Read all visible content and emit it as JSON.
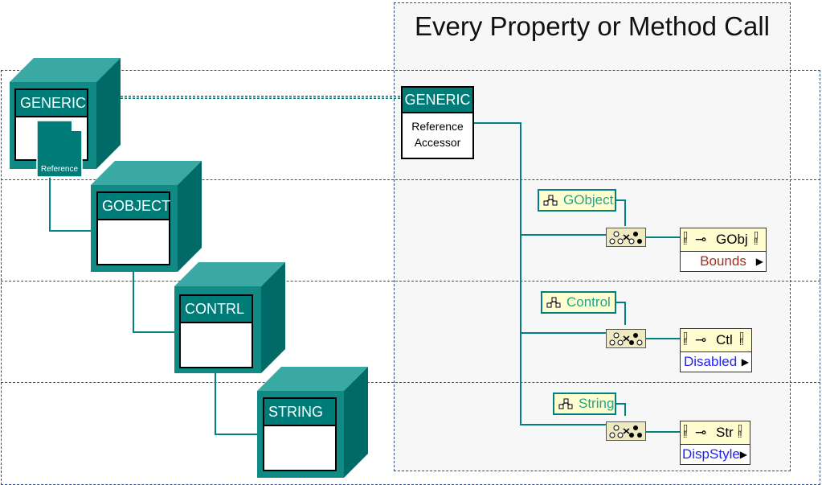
{
  "title": "Every Property or Method Call",
  "hierarchy": [
    {
      "label": "GENERIC",
      "sub": "Reference"
    },
    {
      "label": "GOBJECT"
    },
    {
      "label": "CONTRL"
    },
    {
      "label": "STRING"
    }
  ],
  "accessor": {
    "header": "GENERIC",
    "line1": "Reference",
    "line2": "Accessor"
  },
  "branches": [
    {
      "constant": "GObject",
      "node_class": "GObj",
      "property": "Bounds",
      "property_color": "#a0321e"
    },
    {
      "constant": "Control",
      "node_class": "Ctl",
      "property": "Disabled",
      "property_color": "#2222ee"
    },
    {
      "constant": "String",
      "node_class": "Str",
      "property": "DispStyle",
      "property_color": "#2222ee"
    }
  ],
  "colors": {
    "teal": "#007c78",
    "cube_face": "#118a85",
    "cube_side": "#006a66",
    "cube_top": "#3aa9a4",
    "wire": "#008080"
  }
}
